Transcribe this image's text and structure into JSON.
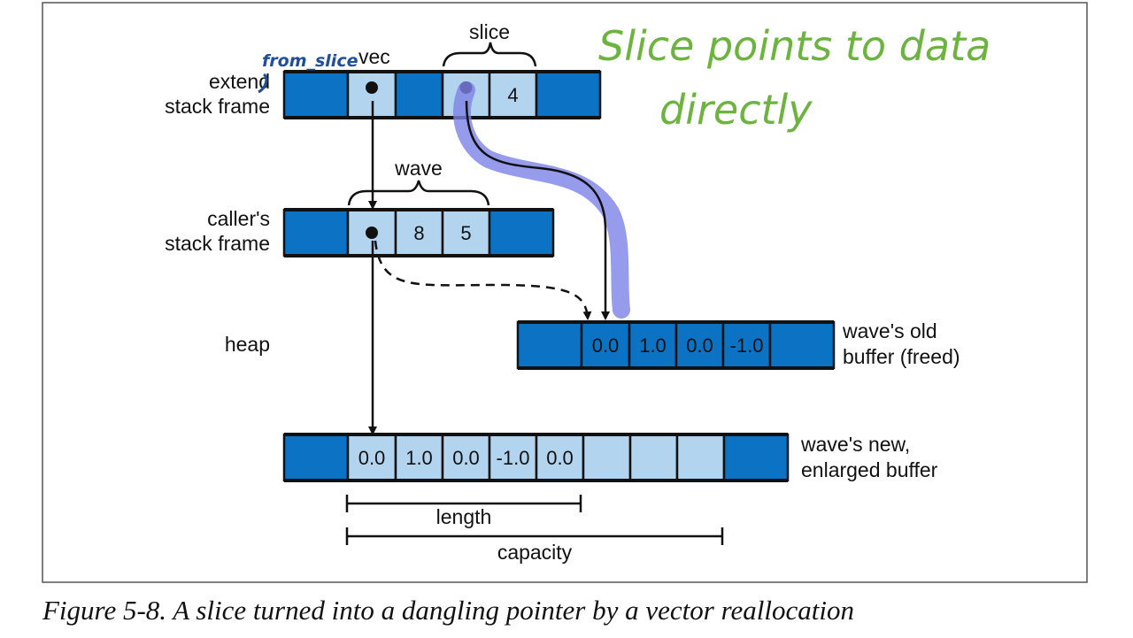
{
  "colors": {
    "dark_cell": "#0b72c4",
    "light_cell": "#b3d4ee",
    "border": "#111111",
    "highlight": "#7d82e6",
    "handwriting": "#6db33f",
    "handwriting_blue": "#1f4e9a"
  },
  "diagram": {
    "labels": {
      "extend_frame": [
        "extend",
        "stack frame"
      ],
      "caller_frame": [
        "caller's",
        "stack frame"
      ],
      "heap": "heap",
      "old_buffer": [
        "wave's old",
        "buffer (freed)"
      ],
      "new_buffer": [
        "wave's new,",
        "enlarged buffer"
      ],
      "vec": "vec",
      "slice": "slice",
      "wave": "wave",
      "length": "length",
      "capacity": "capacity"
    },
    "rows": {
      "extend": [
        {
          "kind": "dark",
          "text": ""
        },
        {
          "kind": "light",
          "text": "",
          "dot": true
        },
        {
          "kind": "dark",
          "text": ""
        },
        {
          "kind": "light",
          "text": "",
          "dot": true
        },
        {
          "kind": "light",
          "text": "4"
        },
        {
          "kind": "dark",
          "text": ""
        }
      ],
      "caller": [
        {
          "kind": "dark",
          "text": ""
        },
        {
          "kind": "light",
          "text": "",
          "dot": true
        },
        {
          "kind": "light",
          "text": "8"
        },
        {
          "kind": "light",
          "text": "5"
        },
        {
          "kind": "dark",
          "text": ""
        }
      ],
      "old_buffer": [
        {
          "kind": "dark",
          "text": ""
        },
        {
          "kind": "dark",
          "text": "0.0"
        },
        {
          "kind": "dark",
          "text": "1.0"
        },
        {
          "kind": "dark",
          "text": "0.0"
        },
        {
          "kind": "dark",
          "text": "-1.0"
        },
        {
          "kind": "dark",
          "text": ""
        }
      ],
      "new_buffer": [
        {
          "kind": "dark",
          "text": ""
        },
        {
          "kind": "light",
          "text": "0.0"
        },
        {
          "kind": "light",
          "text": "1.0"
        },
        {
          "kind": "light",
          "text": "0.0"
        },
        {
          "kind": "light",
          "text": "-1.0"
        },
        {
          "kind": "light",
          "text": "0.0"
        },
        {
          "kind": "light",
          "text": ""
        },
        {
          "kind": "light",
          "text": ""
        },
        {
          "kind": "light",
          "text": ""
        },
        {
          "kind": "dark",
          "text": ""
        }
      ]
    }
  },
  "annotations": {
    "handwritten_line1": "Slice points to data",
    "handwritten_line2": "directly",
    "handwritten_from_slice": "from_slice"
  },
  "caption": "Figure 5-8. A slice turned into a dangling pointer by a vector reallocation"
}
